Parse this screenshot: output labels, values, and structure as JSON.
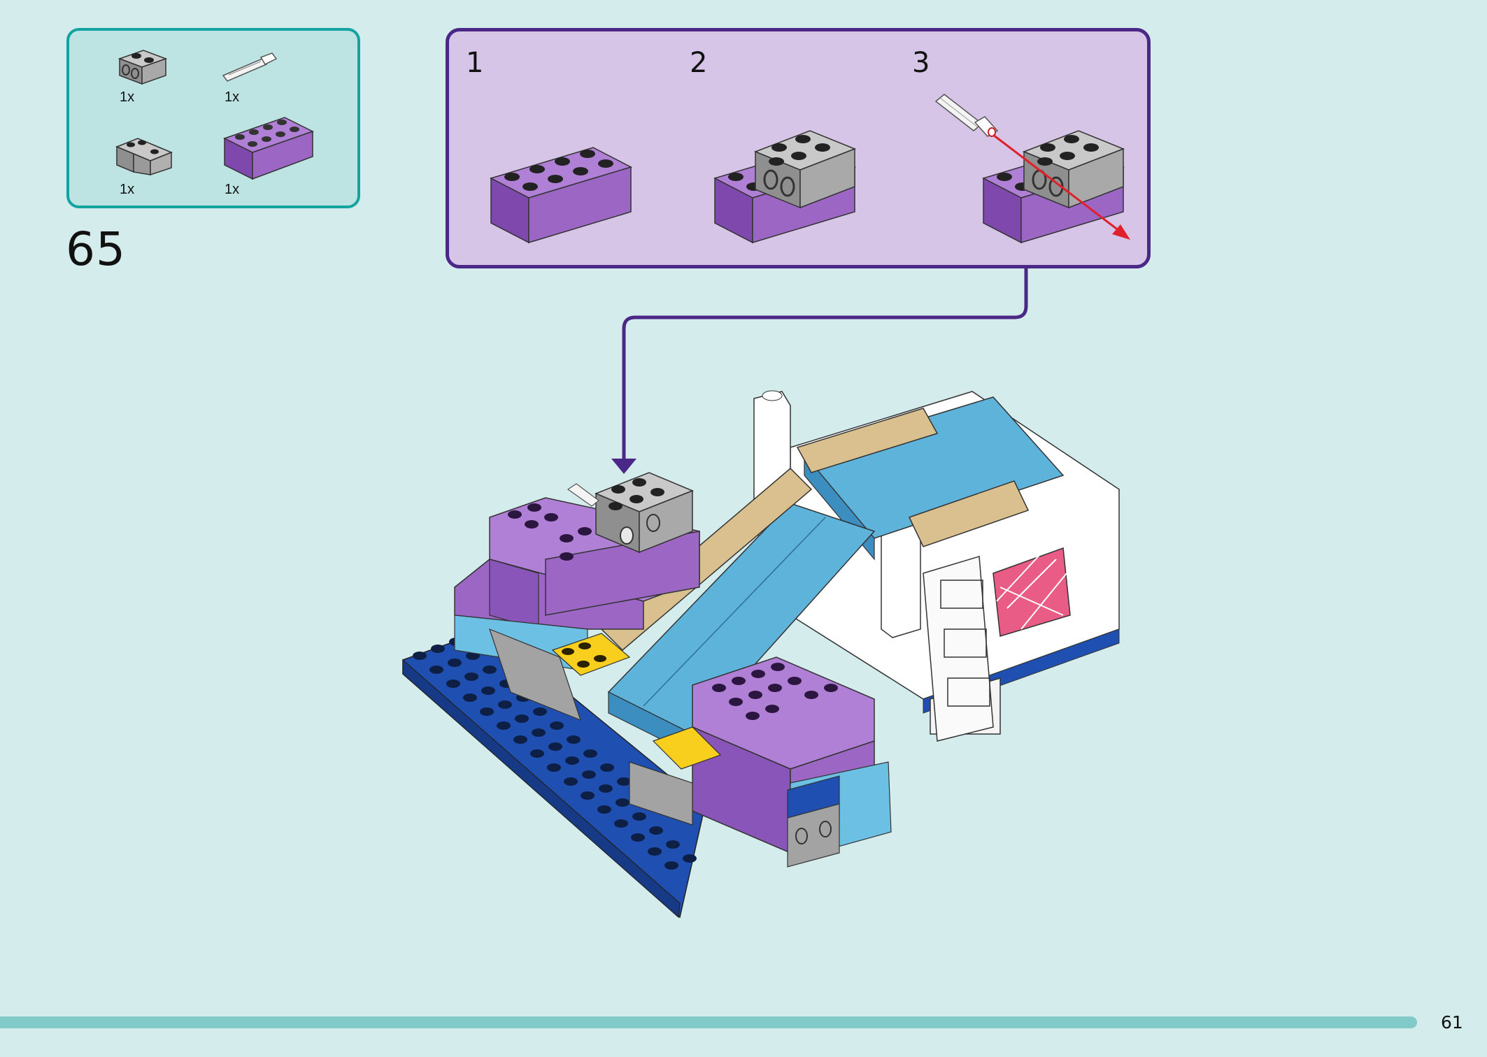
{
  "step": {
    "number": "65"
  },
  "parts_list": {
    "items": [
      {
        "name": "gray 1x2 technic brick with holes",
        "qty": "1x"
      },
      {
        "name": "white axle pin",
        "qty": "1x"
      },
      {
        "name": "gray corner brick",
        "qty": "1x"
      },
      {
        "name": "purple 2x4 brick",
        "qty": "1x"
      }
    ]
  },
  "sub_assembly": {
    "steps": [
      {
        "label": "1"
      },
      {
        "label": "2"
      },
      {
        "label": "3"
      }
    ]
  },
  "page": {
    "number": "61"
  },
  "colors": {
    "background": "#d5ecec",
    "parts_border": "#14a3a0",
    "sub_border": "#4b2787",
    "purple_brick": "#9b66c4",
    "gray_brick": "#a3a3a3",
    "blue_plate": "#1f4fb0",
    "light_blue": "#5db3da",
    "tan": "#d9c08e",
    "yellow": "#f8cf1c",
    "pink": "#e95c86"
  }
}
